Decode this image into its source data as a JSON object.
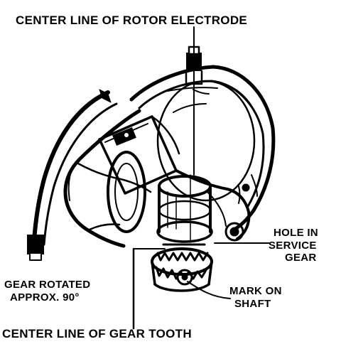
{
  "labels": {
    "rotor_line": "CENTER LINE OF ROTOR ELECTRODE",
    "hole_line1": "HOLE IN",
    "hole_line2": "SERVICE",
    "hole_line3": "GEAR",
    "gear_rot_line1": "GEAR ROTATED",
    "gear_rot_line2": "APPROX. 90°",
    "mark_line1": "MARK ON",
    "mark_line2": "SHAFT",
    "gear_tooth_line": "CENTER LINE OF GEAR TOOTH"
  },
  "colors": {
    "ink": "#000000",
    "paper": "#ffffff"
  }
}
